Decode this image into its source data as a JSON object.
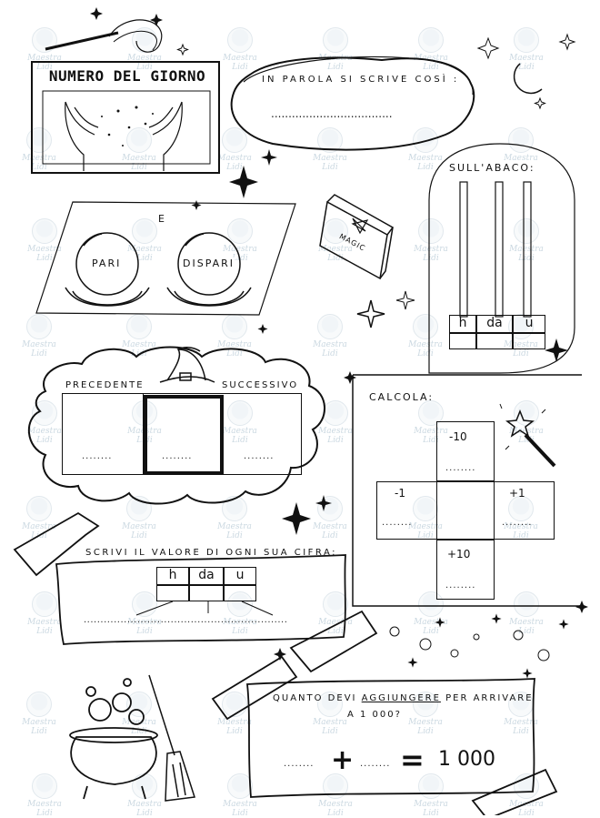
{
  "watermark": {
    "line1": "Maestra",
    "line2": "Lidi"
  },
  "numero": {
    "title": "NUMERO DEL GIORNO"
  },
  "parola": {
    "label": "IN PAROLA SI SCRIVE COSÌ :",
    "dots": "..................................."
  },
  "abaco": {
    "label": "SULL'ABACO:",
    "headers": [
      "h",
      "da",
      "u"
    ]
  },
  "paridispari": {
    "e": "E",
    "pari": "PARI",
    "dispari": "DISPARI"
  },
  "spellbook": {
    "text": "MAGIC"
  },
  "predsucc": {
    "precedente": "PRECEDENTE",
    "successivo": "SUCCESSIVO",
    "dots": "........"
  },
  "calcola": {
    "label": "CALCOLA:",
    "minus10": "-10",
    "minus1": "-1",
    "plus1": "+1",
    "plus10": "+10",
    "dots": "........"
  },
  "valore": {
    "label": "SCRIVI IL VALORE DI OGNI SUA CIFRA:",
    "headers": [
      "h",
      "da",
      "u"
    ],
    "dots": "............................................................."
  },
  "aggiungere": {
    "line1_pre": "QUANTO DEVI ",
    "line1_ul": "AGGIUNGERE",
    "line1_post": " PER ARRIVARE",
    "line2": "A 1 000?",
    "dots": "........",
    "plus": "+",
    "equals": "=",
    "result": "1 000"
  }
}
